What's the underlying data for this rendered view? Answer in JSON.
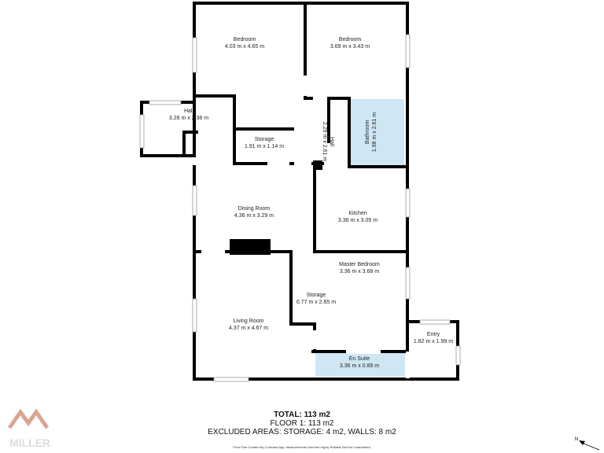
{
  "rooms": [
    {
      "name": "Bedroom",
      "dims": "4.03 m x 4.65 m"
    },
    {
      "name": "Bedroom",
      "dims": "3.69 m x 3.43 m"
    },
    {
      "name": "Hall",
      "dims": "3.28 m x 2.38 m"
    },
    {
      "name": "Storage",
      "dims": "1.91 m x 1.14 m"
    },
    {
      "name": "Hall",
      "dims": "2.29 m x 2.61 m"
    },
    {
      "name": "Bathroom",
      "dims": "1.98 m x 2.61 m"
    },
    {
      "name": "Dining Room",
      "dims": "4.36 m x 3.29 m"
    },
    {
      "name": "Kitchen",
      "dims": "3.36 m x 3.05 m"
    },
    {
      "name": "Master Bedroom",
      "dims": "3.36 m x 3.68 m"
    },
    {
      "name": "Storage",
      "dims": "0.77 m x 2.65 m"
    },
    {
      "name": "Living Room",
      "dims": "4.37 m x 4.67 m"
    },
    {
      "name": "Entry",
      "dims": "1.82 m x 1.99 m"
    },
    {
      "name": "En Suite",
      "dims": "3.36 m x 0.89 m"
    }
  ],
  "totals": {
    "total": "TOTAL: 113 m2",
    "floor": "FLOOR 1: 113 m2",
    "excluded": "EXCLUDED AREAS: STORAGE: 4 m2, WALLS: 8 m2"
  },
  "disclaimer": "Floor Plan Created By Cubicasa App. Measurements Deemed Highly Reliable But Not Guaranteed.",
  "logo_text": "MILLER",
  "compass_label": "N",
  "colors": {
    "wall": "#000000",
    "wet_room_fill": "#cfe6f5",
    "logo": "#d9a590"
  }
}
